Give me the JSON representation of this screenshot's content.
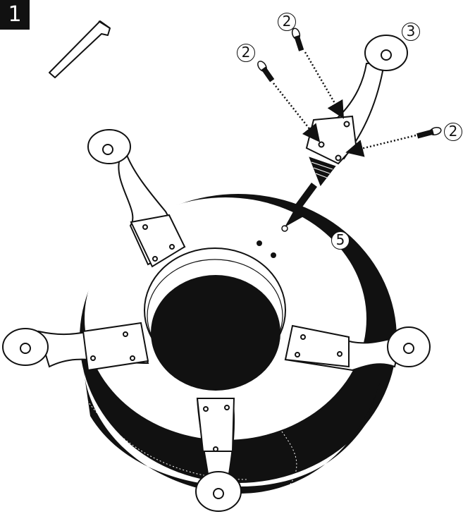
{
  "step": {
    "number": "1"
  },
  "callouts": {
    "screw_a": "2",
    "screw_b": "2",
    "screw_c": "2",
    "leg": "3",
    "hole": "5"
  },
  "colors": {
    "ink": "#111111",
    "paper": "#ffffff"
  },
  "icons": [
    "hex-key-icon",
    "screw-icon",
    "arrow-icon"
  ]
}
